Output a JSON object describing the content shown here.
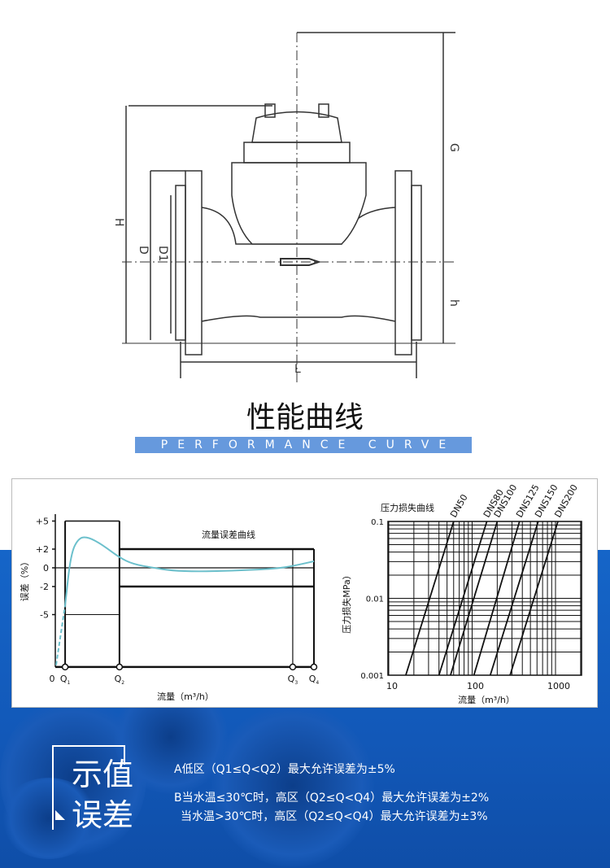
{
  "drawing": {
    "labels": {
      "H": "H",
      "D": "D",
      "D1": "D1",
      "G": "G",
      "h": "h",
      "L": "L"
    }
  },
  "header": {
    "title": "性能曲线",
    "subtitle": "PERFORMANCE CURVE"
  },
  "colors": {
    "blue": "#1565c8",
    "band": "#6699dd",
    "curve": "#6cc0cc"
  },
  "chart_data": [
    {
      "type": "line",
      "title": "流量误差曲线",
      "xlabel": "流量（m³/h）",
      "ylabel": "误差（%）",
      "yticks": [
        "+5",
        "+2",
        "0",
        "-2",
        "-5"
      ],
      "ytick_values": [
        5,
        2,
        0,
        -2,
        -5
      ],
      "xmarks": [
        {
          "label": "0",
          "x": 0
        },
        {
          "label": "Q1",
          "x": 3.8
        },
        {
          "label": "Q2",
          "x": 24.8
        },
        {
          "label": "Q3",
          "x": 91.8
        },
        {
          "label": "Q4",
          "x": 100
        }
      ],
      "xlim": [
        0,
        100
      ],
      "ylim": [
        -10.6,
        5
      ],
      "series": [
        {
          "name": "error",
          "x": [
            0.3,
            3.8,
            6,
            9,
            12.6,
            18,
            24.8,
            30,
            38,
            45,
            55,
            70,
            85,
            92,
            100
          ],
          "y": [
            -10.4,
            -4,
            1.5,
            3.2,
            3.3,
            2.5,
            1.1,
            0.4,
            0,
            -0.3,
            -0.4,
            -0.3,
            -0.1,
            0.2,
            0.7
          ]
        }
      ],
      "limits": {
        "low_zone": [
          -5,
          5
        ],
        "high_zone": [
          -2,
          2
        ]
      }
    },
    {
      "type": "line",
      "title": "压力损失曲线",
      "xlabel": "流量（m³/h）",
      "ylabel": "压力损失MPa）",
      "xscale": "log",
      "yscale": "log",
      "xticks": [
        "10",
        "100",
        "1000"
      ],
      "xtick_values": [
        10,
        100,
        1000
      ],
      "yticks": [
        "0.1",
        "0.01",
        "0.001"
      ],
      "ytick_values": [
        0.1,
        0.01,
        0.001
      ],
      "xlim": [
        10,
        2000
      ],
      "ylim": [
        0.001,
        0.1
      ],
      "series": [
        {
          "name": "DN50",
          "flow_at_0.001": 16,
          "flow_at_0.1": 60
        },
        {
          "name": "DNS80",
          "flow_at_0.001": 40,
          "flow_at_0.1": 150
        },
        {
          "name": "DNS100",
          "flow_at_0.001": 55,
          "flow_at_0.1": 200
        },
        {
          "name": "DNS125",
          "flow_at_0.001": 105,
          "flow_at_0.1": 370
        },
        {
          "name": "DNS150",
          "flow_at_0.001": 165,
          "flow_at_0.1": 620
        },
        {
          "name": "DNS200",
          "flow_at_0.001": 285,
          "flow_at_0.1": 1070
        }
      ]
    }
  ],
  "error_section": {
    "heading_line1": "示值",
    "heading_line2": "误差",
    "notes": [
      "A低区（Q1≤Q<Q2）最大允许误差为±5%",
      "B当水温≤30℃时，高区（Q2≤Q<Q4）最大允许误差为±2%",
      "当水温>30℃时，高区（Q2≤Q<Q4）最大允许误差为±3%"
    ]
  }
}
